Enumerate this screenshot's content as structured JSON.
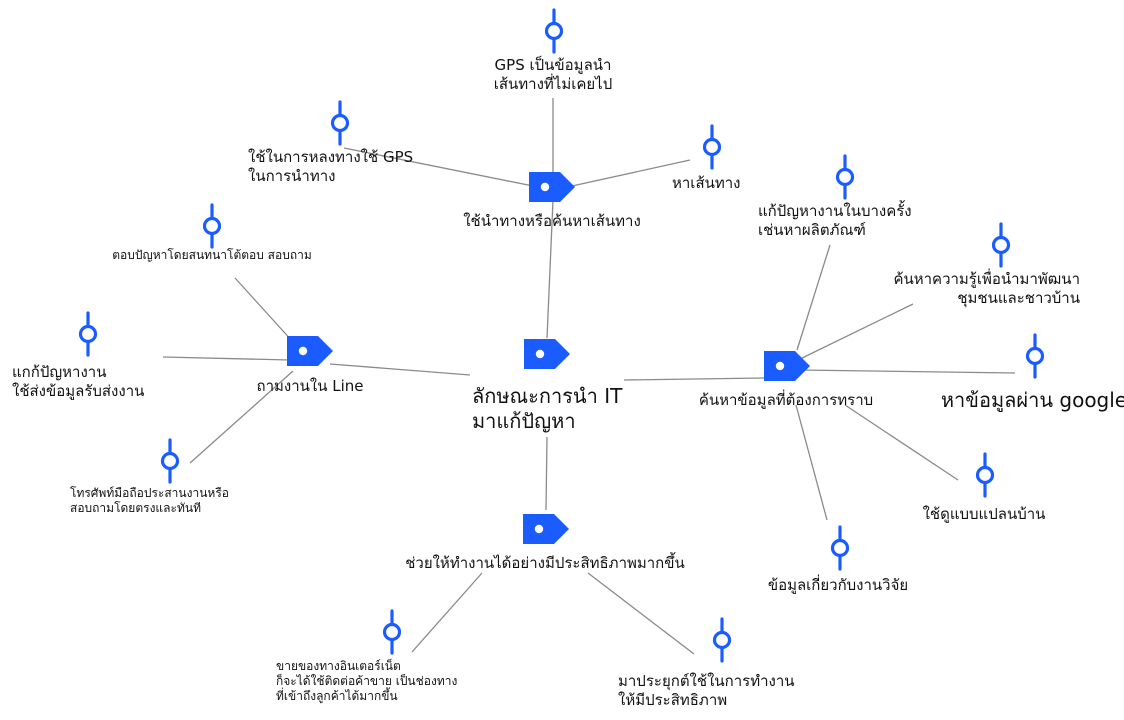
{
  "colors": {
    "accent": "#1a5cff",
    "line": "#8a8a8a"
  },
  "central": {
    "icon": "tag-icon",
    "lines": [
      "ลักษณะการนำ IT",
      "มาแก้ปัญหา"
    ]
  },
  "topics": {
    "navigation": {
      "icon": "tag-icon",
      "label": "ใช้นำทางหรือค้นหาเส้นทาง"
    },
    "line_app": {
      "icon": "tag-icon",
      "label": "ถามงานใน Line"
    },
    "search": {
      "icon": "tag-icon",
      "label": "ค้นหาข้อมูลที่ต้องการทราบ"
    },
    "efficiency": {
      "icon": "tag-icon",
      "label": "ช่วยให้ทำงานได้อย่างมีประสิทธิภาพมากขึ้น"
    }
  },
  "leaves": {
    "gps_info": {
      "icon": "pin-icon",
      "lines": [
        "GPS เป็นข้อมูลนำ",
        "เส้นทางที่ไม่เคยไป"
      ]
    },
    "gps_lost": {
      "icon": "pin-icon",
      "lines": [
        "ใช้ในการหลงทางใช้ GPS",
        "ในการนำทาง"
      ]
    },
    "find_route": {
      "icon": "pin-icon",
      "lines": [
        "หาเส้นทาง"
      ]
    },
    "answer_chat": {
      "icon": "pin-icon",
      "lines": [
        "ตอบปัญหาโดยสนทนาโต้ตอบ สอบถาม"
      ]
    },
    "send_work": {
      "icon": "pin-icon",
      "lines": [
        "แกก้ปัญหางาน",
        "ใช้ส่งข้อมูลรับส่งงาน"
      ]
    },
    "phone_call": {
      "icon": "pin-icon",
      "lines": [
        "โทรศัพท์มือถือประสานงานหรือ",
        "สอบถามโดยตรงและทันที"
      ]
    },
    "product": {
      "icon": "pin-icon",
      "lines": [
        "แก้ปัญหางานในบางครั้ง",
        "เช่นหาผลิตภัณฑ์"
      ]
    },
    "community": {
      "icon": "pin-icon",
      "lines": [
        "ค้นหาความรู้เพื่อนำมาพัฒนา",
        "ชุมชนและชาวบ้าน"
      ]
    },
    "google": {
      "icon": "pin-icon",
      "lines": [
        "หาข้อมูลผ่าน google"
      ]
    },
    "house_plan": {
      "icon": "pin-icon",
      "lines": [
        "ใช้ดูแบบแปลนบ้าน"
      ]
    },
    "research": {
      "icon": "pin-icon",
      "lines": [
        "ข้อมูลเกี่ยวกับงานวิจัย"
      ]
    },
    "online_sales": {
      "icon": "pin-icon",
      "lines": [
        "ขายของทางอินเตอร์เน็ต",
        "ก็จะได้ใช้ติดต่อค้าขาย เป็นช่องทาง",
        "ที่เข้าถึงลูกค้าได้มากขึ้น"
      ]
    },
    "apply_work": {
      "icon": "pin-icon",
      "lines": [
        "มาประยุกต์ใช้ในการทำงาน",
        "ให้มีประสิทธิภาพ"
      ]
    }
  }
}
